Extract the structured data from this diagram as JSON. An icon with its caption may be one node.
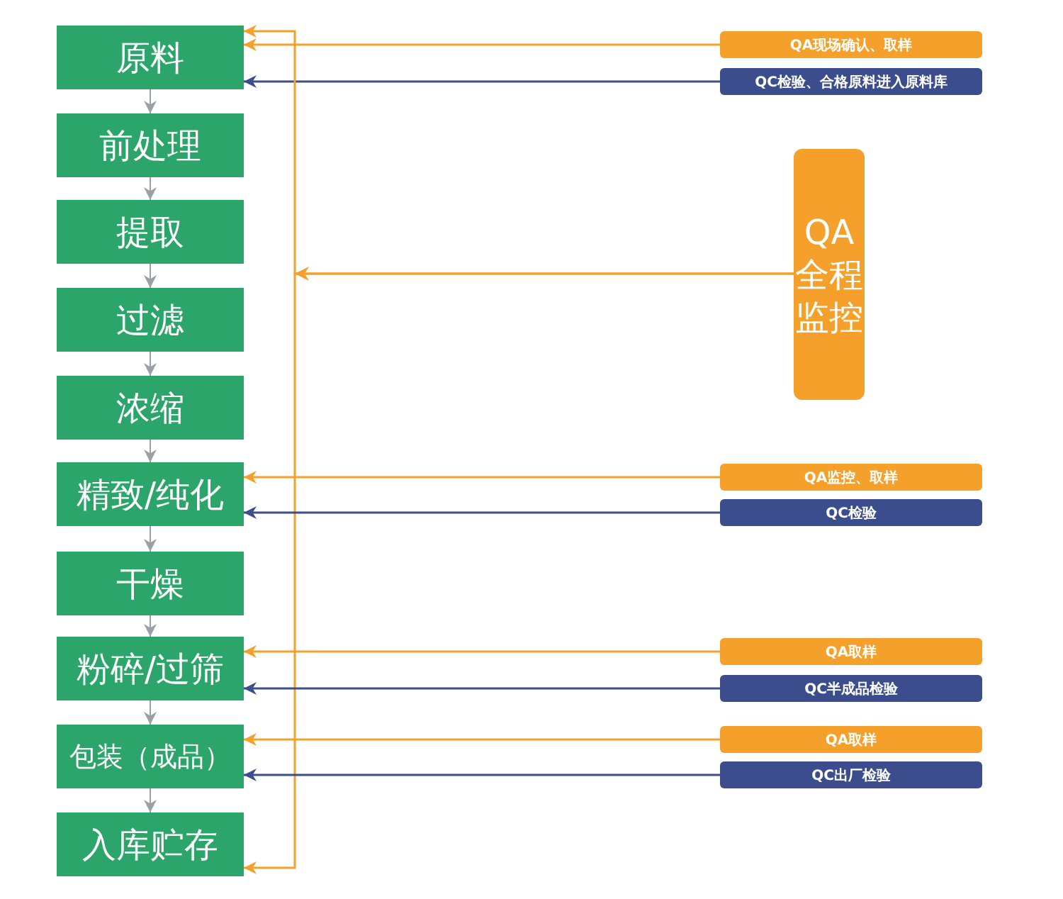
{
  "diagram": {
    "nodes": [
      {
        "text": [
          "原料"
        ]
      },
      {
        "text": [
          "前处理"
        ]
      },
      {
        "text": [
          "提取"
        ]
      },
      {
        "text": [
          "过滤"
        ]
      },
      {
        "text": [
          "浓缩"
        ]
      },
      {
        "text": [
          "精致/纯化"
        ]
      },
      {
        "text": [
          "干燥"
        ]
      },
      {
        "text": [
          "粉碎/过筛"
        ]
      },
      {
        "text": [
          "包装（成品）"
        ]
      },
      {
        "text": [
          "入库贮存"
        ]
      },
      {
        "text": [
          "QA现场确认、取样"
        ]
      },
      {
        "text": [
          "QC检验、合格原料进入原料库"
        ]
      },
      {
        "text": [
          "QA全程监控"
        ]
      },
      {
        "text": [
          "QA监控、取样"
        ]
      },
      {
        "text": [
          "QC检验"
        ]
      },
      {
        "text": [
          "QA取样"
        ]
      },
      {
        "text": [
          "QC半成品检验"
        ]
      },
      {
        "text": [
          "QA取样"
        ]
      },
      {
        "text": [
          "QC出厂检验"
        ]
      }
    ],
    "edges": [
      {
        "from": 0,
        "to": 1,
        "arrow": "to"
      },
      {
        "from": 1,
        "to": 2,
        "arrow": "to"
      },
      {
        "from": 2,
        "to": 3,
        "arrow": "to"
      },
      {
        "from": 3,
        "to": 4,
        "arrow": "to"
      },
      {
        "from": 4,
        "to": 5,
        "arrow": "to"
      },
      {
        "from": 5,
        "to": 6,
        "arrow": "to"
      },
      {
        "from": 6,
        "to": 7,
        "arrow": "to"
      },
      {
        "from": 7,
        "to": 8,
        "arrow": "to"
      },
      {
        "from": 8,
        "to": 9,
        "arrow": "to"
      },
      {
        "from": 10,
        "to": 0,
        "arrow": "to",
        "color": "#f5a02a"
      },
      {
        "from": 11,
        "to": 0,
        "arrow": "to",
        "color": "#3b4d8c"
      },
      {
        "from": 12,
        "to": 0,
        "arrow": "to",
        "color": "#f5a02a"
      },
      {
        "from": 12,
        "to": 9,
        "arrow": "to",
        "color": "#f5a02a"
      },
      {
        "from": 13,
        "to": 5,
        "arrow": "to",
        "color": "#f5a02a"
      },
      {
        "from": 14,
        "to": 5,
        "arrow": "to",
        "color": "#3b4d8c"
      },
      {
        "from": 15,
        "to": 7,
        "arrow": "to",
        "color": "#f5a02a"
      },
      {
        "from": 16,
        "to": 7,
        "arrow": "to",
        "color": "#3b4d8c"
      },
      {
        "from": 17,
        "to": 8,
        "arrow": "to",
        "color": "#f5a02a"
      },
      {
        "from": 18,
        "to": 8,
        "arrow": "to",
        "color": "#3b4d8c"
      }
    ]
  }
}
